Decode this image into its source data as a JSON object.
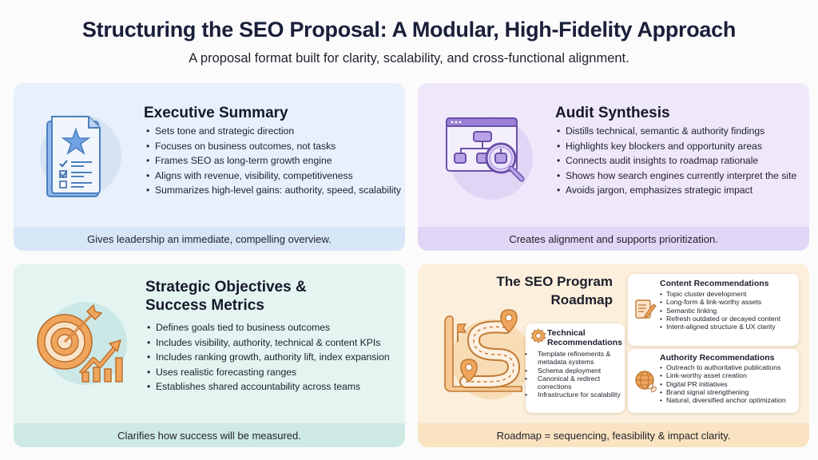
{
  "header": {
    "title": "Structuring the SEO Proposal: A Modular, High-Fidelity Approach",
    "subtitle": "A proposal format built for clarity, scalability, and cross-functional alignment."
  },
  "colors": {
    "executive_bg": "#e8f0fb",
    "audit_bg": "#efe8fb",
    "strategic_bg": "#e4f5f1",
    "roadmap_bg": "#fcefdc",
    "blue_icon": "#6fa3e3",
    "purple_icon": "#9b7fd6",
    "orange_icon": "#f0a55c",
    "title_color": "#1a1f3a"
  },
  "cards": {
    "executive": {
      "icon": "document-star-checklist-icon",
      "title": "Executive Summary",
      "bullets": [
        "Sets tone and strategic direction",
        "Focuses on business outcomes, not tasks",
        "Frames SEO as long-term growth engine",
        "Aligns with revenue, visibility, competitiveness",
        "Summarizes high-level gains: authority, speed, scalability"
      ],
      "footer": "Gives leadership an immediate, compelling overview."
    },
    "audit": {
      "icon": "browser-sitemap-magnifier-icon",
      "title": "Audit Synthesis",
      "bullets": [
        "Distills technical, semantic & authority findings",
        "Highlights key blockers and opportunity areas",
        "Connects audit insights to roadmap rationale",
        "Shows how search engines currently interpret the site",
        "Avoids jargon, emphasizes strategic impact"
      ],
      "footer": "Creates alignment and supports prioritization."
    },
    "strategic": {
      "icon": "target-growth-chart-icon",
      "title_line1": "Strategic Objectives &",
      "title_line2": "Success Metrics",
      "bullets": [
        "Defines goals tied to business outcomes",
        "Includes visibility, authority, technical & content KPIs",
        "Includes ranking growth, authority lift, index expansion",
        "Uses realistic forecasting ranges",
        "Establishes shared accountability across teams"
      ],
      "footer": "Clarifies how success will be measured."
    },
    "roadmap": {
      "icon": "winding-road-map-icon",
      "title_line1": "The SEO Program",
      "title_line2": "Roadmap",
      "technical": {
        "icon": "gear-icon",
        "title_line1": "Technical",
        "title_line2": "Recommendations",
        "bullets": [
          "Template refinements & metadata systems",
          "Schema deployment",
          "Canonical & redirect corrections",
          "Infrastructure for scalability"
        ]
      },
      "content": {
        "icon": "document-pencil-icon",
        "title": "Content Recommendations",
        "bullets": [
          "Topic cluster development",
          "Long-form & link-worthy assets",
          "Semantic linking",
          "Refresh outdated or decayed content",
          "Intent-aligned structure & UX clarity"
        ]
      },
      "authority": {
        "icon": "globe-link-icon",
        "title": "Authority Recommendations",
        "bullets": [
          "Outreach to authoritative publications",
          "Link-worthy asset creation",
          "Digital PR initiatives",
          "Brand signal strengthening",
          "Natural, diversified anchor optimization"
        ]
      },
      "footer": "Roadmap = sequencing, feasibility & impact clarity."
    }
  }
}
